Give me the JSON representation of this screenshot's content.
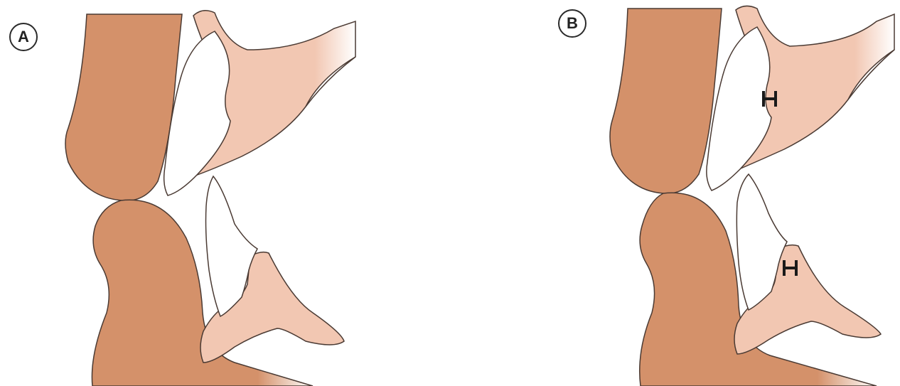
{
  "panels": [
    {
      "label": "A"
    },
    {
      "label": "B"
    }
  ],
  "colors": {
    "lip": "#d4916a",
    "gum": "#f2c7b2",
    "tooth": "#ffffff",
    "outline": "#4a3a33",
    "mark": "#1a1a1a"
  },
  "icons": {
    "panel_b_marks": "h-shaped-marker"
  }
}
